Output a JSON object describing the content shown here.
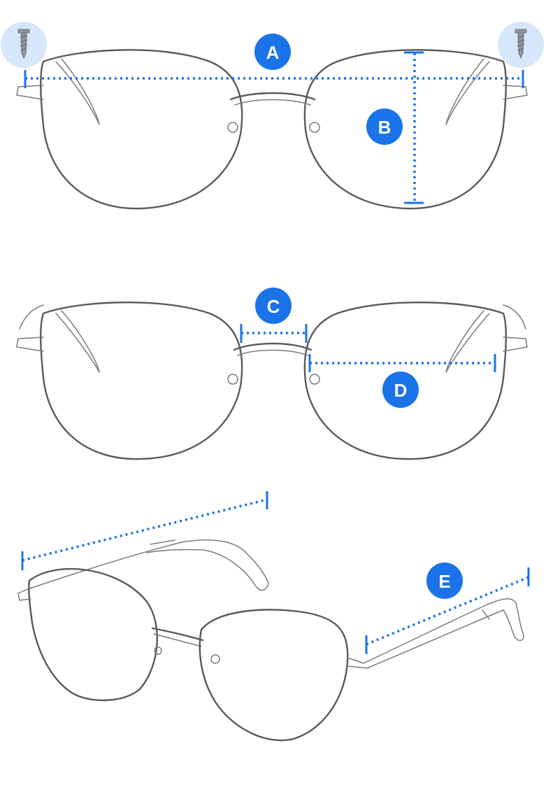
{
  "diagram": {
    "labels": {
      "a": "A",
      "b": "B",
      "c": "C",
      "d": "D",
      "e": "E"
    },
    "icons": {
      "screw_left": "screw-icon",
      "screw_right": "screw-icon"
    },
    "colors": {
      "accent": "#1a73e8",
      "screw_highlight": "#d6e6fb",
      "line_art": "#5a5a5a"
    }
  }
}
